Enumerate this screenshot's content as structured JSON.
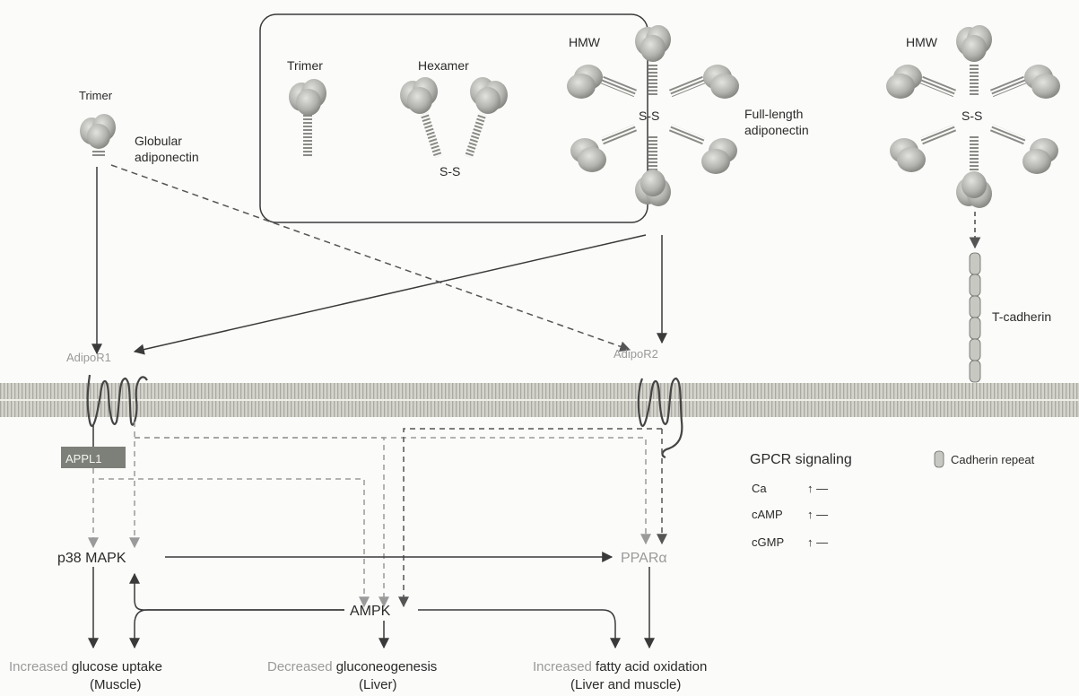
{
  "box": {
    "trimer": "Trimer",
    "hexamer": "Hexamer",
    "hexamer_ss": "S-S",
    "hmw": "HMW",
    "hmw_ss": "S-S",
    "full_length_1": "Full-length",
    "full_length_2": "adiponectin"
  },
  "globular": {
    "trimer": "Trimer",
    "label_1": "Globular",
    "label_2": "adiponectin"
  },
  "right_hmw": {
    "label": "HMW",
    "ss": "S-S",
    "tcadherin": "T-cadherin"
  },
  "receptors": {
    "adipor1": "AdipoR1",
    "adipor2": "AdipoR2",
    "appl1": "APPL1"
  },
  "legend": {
    "title": "GPCR signaling",
    "rows": [
      {
        "label": "Ca",
        "mark": "↑ —"
      },
      {
        "label": "cAMP",
        "mark": "↑ —"
      },
      {
        "label": "cGMP",
        "mark": "↑ —"
      }
    ],
    "cadherin_repeat": "Cadherin repeat"
  },
  "pathway": {
    "p38": "p38 MAPK",
    "ppara": "PPARα",
    "ampk": "AMPK"
  },
  "outcomes": [
    {
      "modifier": "Increased",
      "rest": " glucose uptake",
      "tissue": "(Muscle)"
    },
    {
      "modifier": "Decreased",
      "rest": " gluconeogenesis",
      "tissue": "(Liver)"
    },
    {
      "modifier": "Increased",
      "rest": " fatty acid oxidation",
      "tissue": "(Liver and muscle)"
    }
  ],
  "colors": {
    "arrow": "#3a3a3a",
    "dashed_grey": "#9a9a9a",
    "dashed_dark": "#555555",
    "membrane": "#c9c9c0",
    "appl1_box": "#7d8078",
    "modifier_text": "#9a9a9a",
    "protein_fill": "#b8b8b5"
  }
}
